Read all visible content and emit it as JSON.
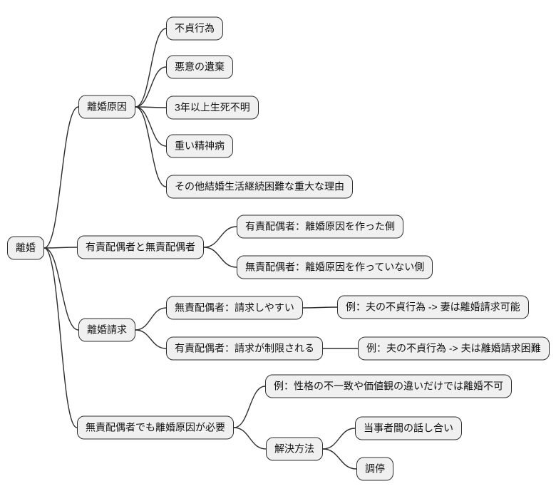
{
  "diagram": {
    "type": "mindmap",
    "language": "ja",
    "topic": "離婚",
    "colors": {
      "background": "#ffffff",
      "node_fill": "#f0f0f0",
      "node_border": "#2e2e2e",
      "edge_stroke": "#2e2e2e",
      "text": "#111111"
    },
    "nodes": [
      {
        "id": 0,
        "label": "離婚",
        "parent": null
      },
      {
        "id": 1,
        "label": "離婚原因",
        "parent": 0
      },
      {
        "id": 2,
        "label": "不貞行為",
        "parent": 1
      },
      {
        "id": 3,
        "label": "悪意の遺棄",
        "parent": 1
      },
      {
        "id": 4,
        "label": "3年以上生死不明",
        "parent": 1
      },
      {
        "id": 5,
        "label": "重い精神病",
        "parent": 1
      },
      {
        "id": 6,
        "label": "その他結婚生活継続困難な重大な理由",
        "parent": 1
      },
      {
        "id": 7,
        "label": "有責配偶者と無責配偶者",
        "parent": 0
      },
      {
        "id": 8,
        "label": "有責配偶者：離婚原因を作った側",
        "parent": 7
      },
      {
        "id": 9,
        "label": "無責配偶者：離婚原因を作っていない側",
        "parent": 7
      },
      {
        "id": 10,
        "label": "離婚請求",
        "parent": 0
      },
      {
        "id": 11,
        "label": "無責配偶者：請求しやすい",
        "parent": 10
      },
      {
        "id": 12,
        "label": "例：夫の不貞行為 -> 妻は離婚請求可能",
        "parent": 11
      },
      {
        "id": 13,
        "label": "有責配偶者：請求が制限される",
        "parent": 10
      },
      {
        "id": 14,
        "label": "例：夫の不貞行為 -> 夫は離婚請求困難",
        "parent": 13
      },
      {
        "id": 15,
        "label": "無責配偶者でも離婚原因が必要",
        "parent": 0
      },
      {
        "id": 16,
        "label": "例：性格の不一致や価値観の違いだけでは離婚不可",
        "parent": 15
      },
      {
        "id": 17,
        "label": "解決方法",
        "parent": 15
      },
      {
        "id": 18,
        "label": "当事者間の話し合い",
        "parent": 17
      },
      {
        "id": 19,
        "label": "調停",
        "parent": 17
      }
    ]
  }
}
